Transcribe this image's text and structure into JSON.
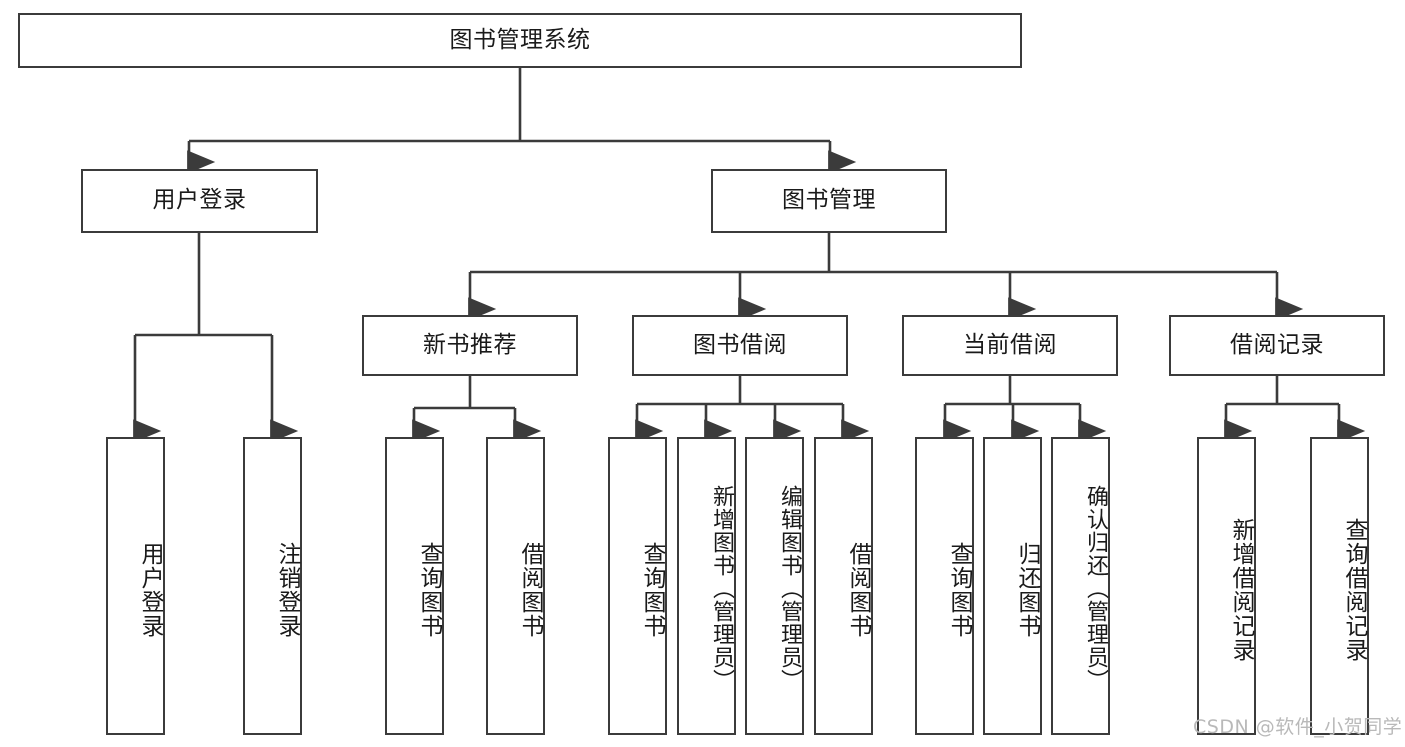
{
  "diagram": {
    "type": "tree-hierarchy-chart",
    "title": "图书管理系统",
    "line_color": "#3b3b3b",
    "box_fill": "#ffffff",
    "text_color": "#1a1a1a",
    "root": {
      "id": "root",
      "label": "图书管理系统"
    },
    "level2": [
      {
        "id": "user-login",
        "label": "用户登录"
      },
      {
        "id": "book-management",
        "label": "图书管理"
      }
    ],
    "level3": [
      {
        "id": "new-book-recommend",
        "label": "新书推荐"
      },
      {
        "id": "book-borrow",
        "label": "图书借阅"
      },
      {
        "id": "current-borrow",
        "label": "当前借阅"
      },
      {
        "id": "borrow-record",
        "label": "借阅记录"
      }
    ],
    "leaves": {
      "user_login": [
        {
          "id": "leaf-user-login",
          "label": "用户登录"
        },
        {
          "id": "leaf-logout-login",
          "label": "注销登录"
        }
      ],
      "new_book_recommend": [
        {
          "id": "leaf-query-book-1",
          "label": "查询图书"
        },
        {
          "id": "leaf-borrow-book-1",
          "label": "借阅图书"
        }
      ],
      "book_borrow": [
        {
          "id": "leaf-query-book-2",
          "label": "查询图书"
        },
        {
          "id": "leaf-add-book",
          "label": "新增图书（管理员）"
        },
        {
          "id": "leaf-edit-book",
          "label": "编辑图书（管理员）"
        },
        {
          "id": "leaf-borrow-book-2",
          "label": "借阅图书"
        }
      ],
      "current_borrow": [
        {
          "id": "leaf-query-book-3",
          "label": "查询图书"
        },
        {
          "id": "leaf-return-book",
          "label": "归还图书"
        },
        {
          "id": "leaf-confirm-return",
          "label": "确认归还（管理员）"
        }
      ],
      "borrow_record": [
        {
          "id": "leaf-add-record",
          "label": "新增借阅记录"
        },
        {
          "id": "leaf-query-record",
          "label": "查询借阅记录"
        }
      ]
    }
  },
  "watermark": {
    "text": "CSDN @软件_小贺同学"
  }
}
